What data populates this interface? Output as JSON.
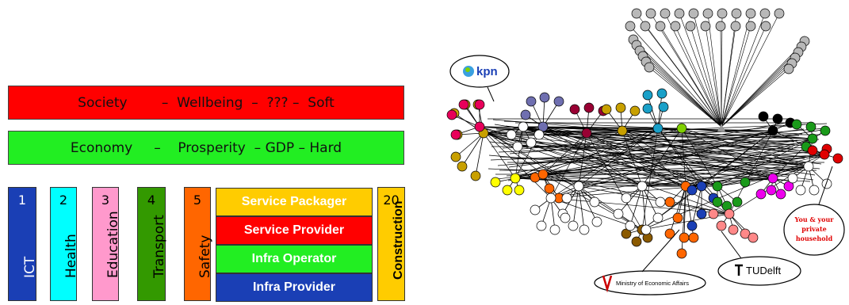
{
  "bands": {
    "society": {
      "text": "Society        –  Wellbeing  –  ??? –  Soft",
      "color": "#ff0000"
    },
    "economy": {
      "text": "Economy     –    Prosperity  – GDP – Hard",
      "color": "#22ee22"
    }
  },
  "sectors": [
    {
      "num": "1",
      "label": "ICT",
      "color": "#1a3fb5",
      "textColor": "#ffffff"
    },
    {
      "num": "2",
      "label": "Health",
      "color": "#00ffff",
      "textColor": "#000000"
    },
    {
      "num": "3",
      "label": "Education",
      "color": "#ff99cc",
      "textColor": "#000000"
    },
    {
      "num": "4",
      "label": "Transport",
      "color": "#339900",
      "textColor": "#000000"
    },
    {
      "num": "5",
      "label": "Safety",
      "color": "#ff6600",
      "textColor": "#000000"
    },
    {
      "num": "20",
      "label": "Construction",
      "color": "#ffcc00",
      "textColor": "#000000"
    }
  ],
  "layers": [
    {
      "label": "Service Packager",
      "color": "#ffcc00"
    },
    {
      "label": "Service Provider",
      "color": "#ff0000"
    },
    {
      "label": "Infra  Operator",
      "color": "#22ee22"
    },
    {
      "label": "Infra Provider",
      "color": "#1a3fb5"
    }
  ],
  "network": {
    "callouts": {
      "kpn": "kpn",
      "household": [
        "You & your",
        "private",
        "household"
      ],
      "ministry": "Ministry of Economic Affairs",
      "tudelft": "TUDelft"
    },
    "colors": {
      "grey": "#b8b8b8",
      "pink": "#e8005a",
      "purple": "#6f6fb0",
      "maroon": "#990033",
      "gold": "#c8a000",
      "teal": "#1aa0c8",
      "green": "#7fd000",
      "black": "#000000",
      "darkgreen": "#1a9a1a",
      "red": "#e00000",
      "yellow": "#ffff00",
      "orange": "#ff6600",
      "magenta": "#ee00ee",
      "blue": "#1a3fb5",
      "salmon": "#ff8888",
      "brown": "#8b5a00"
    }
  }
}
